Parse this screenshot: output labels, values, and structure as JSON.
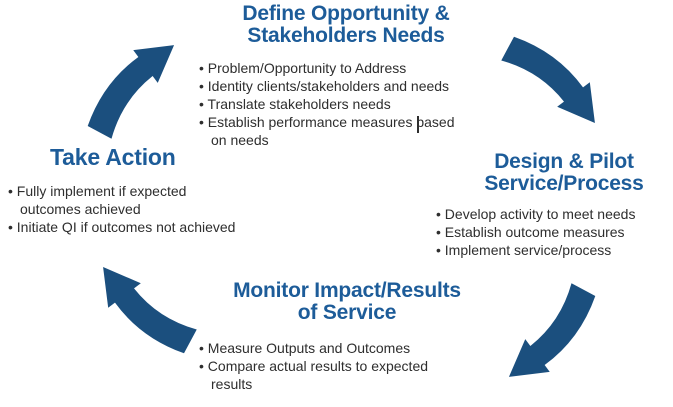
{
  "colors": {
    "title_blue": "#1d5c99",
    "arrow_blue": "#1b4f7e",
    "body_text": "#2e2e2e",
    "background": "#ffffff"
  },
  "stages": {
    "define": {
      "title": "Define Opportunity &\nStakeholders Needs",
      "bullets": [
        "Problem/Opportunity to Address",
        "Identity clients/stakeholders and needs",
        "Translate stakeholders needs",
        "Establish performance measures based\non needs"
      ]
    },
    "design": {
      "title": "Design & Pilot\nService/Process",
      "bullets": [
        "Develop activity to meet needs",
        "Establish outcome measures",
        "Implement service/process"
      ]
    },
    "monitor": {
      "title": "Monitor Impact/Results\nof Service",
      "bullets": [
        "Measure Outputs and Outcomes",
        "Compare actual results to expected\nresults"
      ]
    },
    "take_action": {
      "title": "Take Action",
      "bullets": [
        "Fully implement if expected\noutcomes achieved",
        "Initiate QI if outcomes not achieved"
      ]
    }
  },
  "arrows": [
    "take-action-to-define",
    "define-to-design",
    "design-to-monitor",
    "monitor-to-take-action"
  ]
}
